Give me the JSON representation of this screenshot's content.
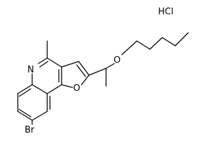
{
  "molecule": {
    "salt_label": "HCl",
    "atoms": {
      "nitrogen": "N",
      "ring_oxygen": "O",
      "ether_oxygen": "O",
      "bromine": "Br"
    }
  },
  "colors": {
    "bond": "#000000",
    "background": "#ffffff"
  }
}
